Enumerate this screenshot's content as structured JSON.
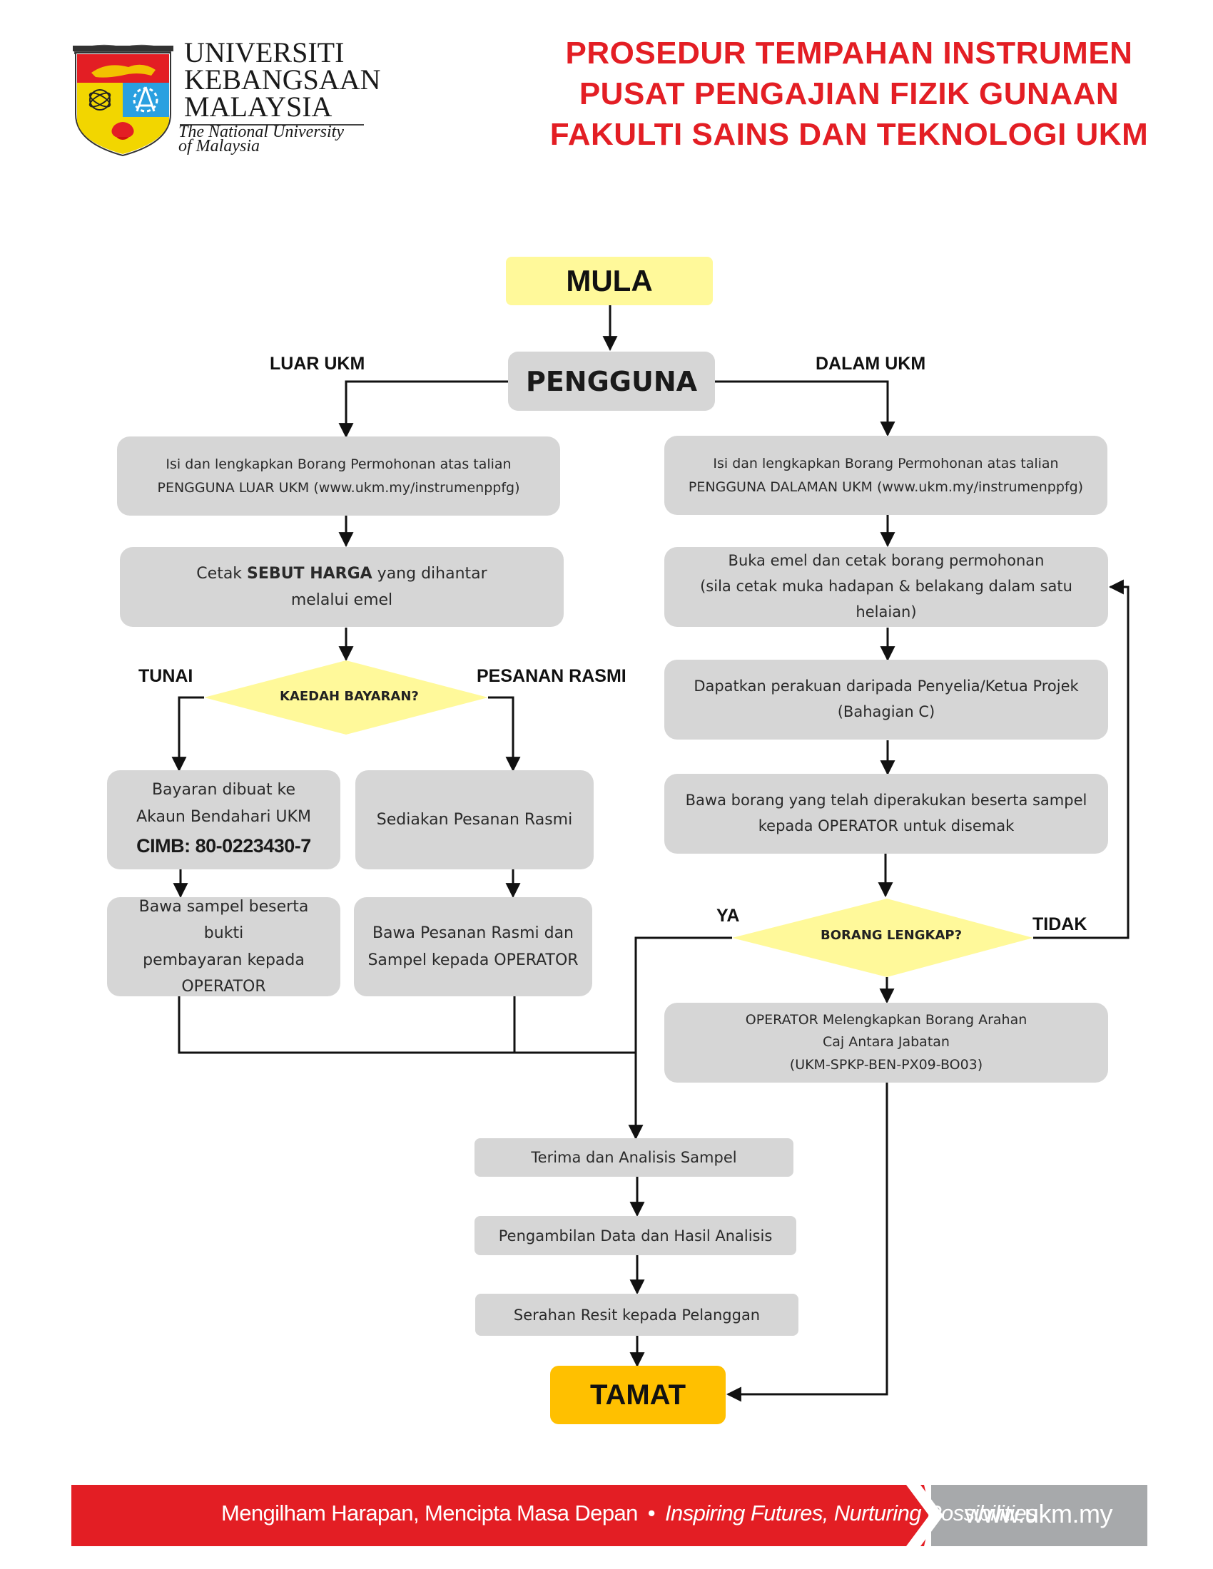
{
  "header": {
    "logo": {
      "line1": "UNIVERSITI",
      "line2": "KEBANGSAAN",
      "line3": "MALAYSIA",
      "tagline1": "The National University",
      "tagline2": "of Malaysia"
    },
    "title": [
      "PROSEDUR TEMPAHAN INSTRUMEN",
      "PUSAT PENGAJIAN FIZIK GUNAAN",
      "FAKULTI SAINS DAN TEKNOLOGI UKM"
    ]
  },
  "flow": {
    "start": "MULA",
    "user": "PENGGUNA",
    "label_luar": "LUAR UKM",
    "label_dalam": "DALAM UKM",
    "luar_form": [
      "Isi dan lengkapkan Borang Permohonan atas talian",
      "PENGGUNA LUAR UKM (www.ukm.my/instrumenppfg)"
    ],
    "quote_pre": "Cetak ",
    "quote_bold": "SEBUT HARGA",
    "quote_post": " yang dihantar",
    "quote_line2": "melalui emel",
    "payment_question": "KAEDAH BAYARAN?",
    "label_tunai": "TUNAI",
    "label_pesanan": "PESANAN RASMI",
    "tunai_box": [
      "Bayaran dibuat ke",
      "Akaun Bendahari UKM"
    ],
    "cimb": "CIMB: 80-0223430-7",
    "pesanan_box": "Sediakan Pesanan Rasmi",
    "tunai_bring": [
      "Bawa sampel beserta bukti",
      "pembayaran kepada",
      "OPERATOR"
    ],
    "pesanan_bring": [
      "Bawa Pesanan Rasmi dan",
      "Sampel kepada OPERATOR"
    ],
    "dalam_form": [
      "Isi dan lengkapkan Borang Permohonan atas talian",
      "PENGGUNA DALAMAN UKM (www.ukm.my/instrumenppfg)"
    ],
    "email_box": [
      "Buka emel dan cetak borang permohonan",
      "(sila cetak muka hadapan & belakang dalam satu helaian)"
    ],
    "approval_box": [
      "Dapatkan perakuan daripada Penyelia/Ketua Projek",
      "(Bahagian C)"
    ],
    "bring_form": [
      "Bawa borang yang telah diperakukan beserta sampel",
      "kepada OPERATOR untuk disemak"
    ],
    "form_question": "BORANG LENGKAP?",
    "label_ya": "YA",
    "label_tidak": "TIDAK",
    "operator_box": [
      "OPERATOR Melengkapkan Borang Arahan",
      "Caj Antara Jabatan",
      "(UKM-SPKP-BEN-PX09-BO03)"
    ],
    "receive": "Terima dan Analisis Sampel",
    "data": "Pengambilan Data dan Hasil Analisis",
    "receipt": "Serahan Resit kepada Pelanggan",
    "end": "TAMAT"
  },
  "footer": {
    "slogan_ms": "Mengilham Harapan, Mencipta Masa Depan",
    "bullet": "•",
    "slogan_en": "Inspiring Futures, Nurturing Possibilities",
    "url": "www.ukm.my"
  },
  "colors": {
    "red": "#e31e24",
    "box_grey": "#d6d6d6",
    "start_yellow": "#fff99a",
    "end_orange": "#ffc000",
    "footer_grey": "#a7a9ab"
  }
}
